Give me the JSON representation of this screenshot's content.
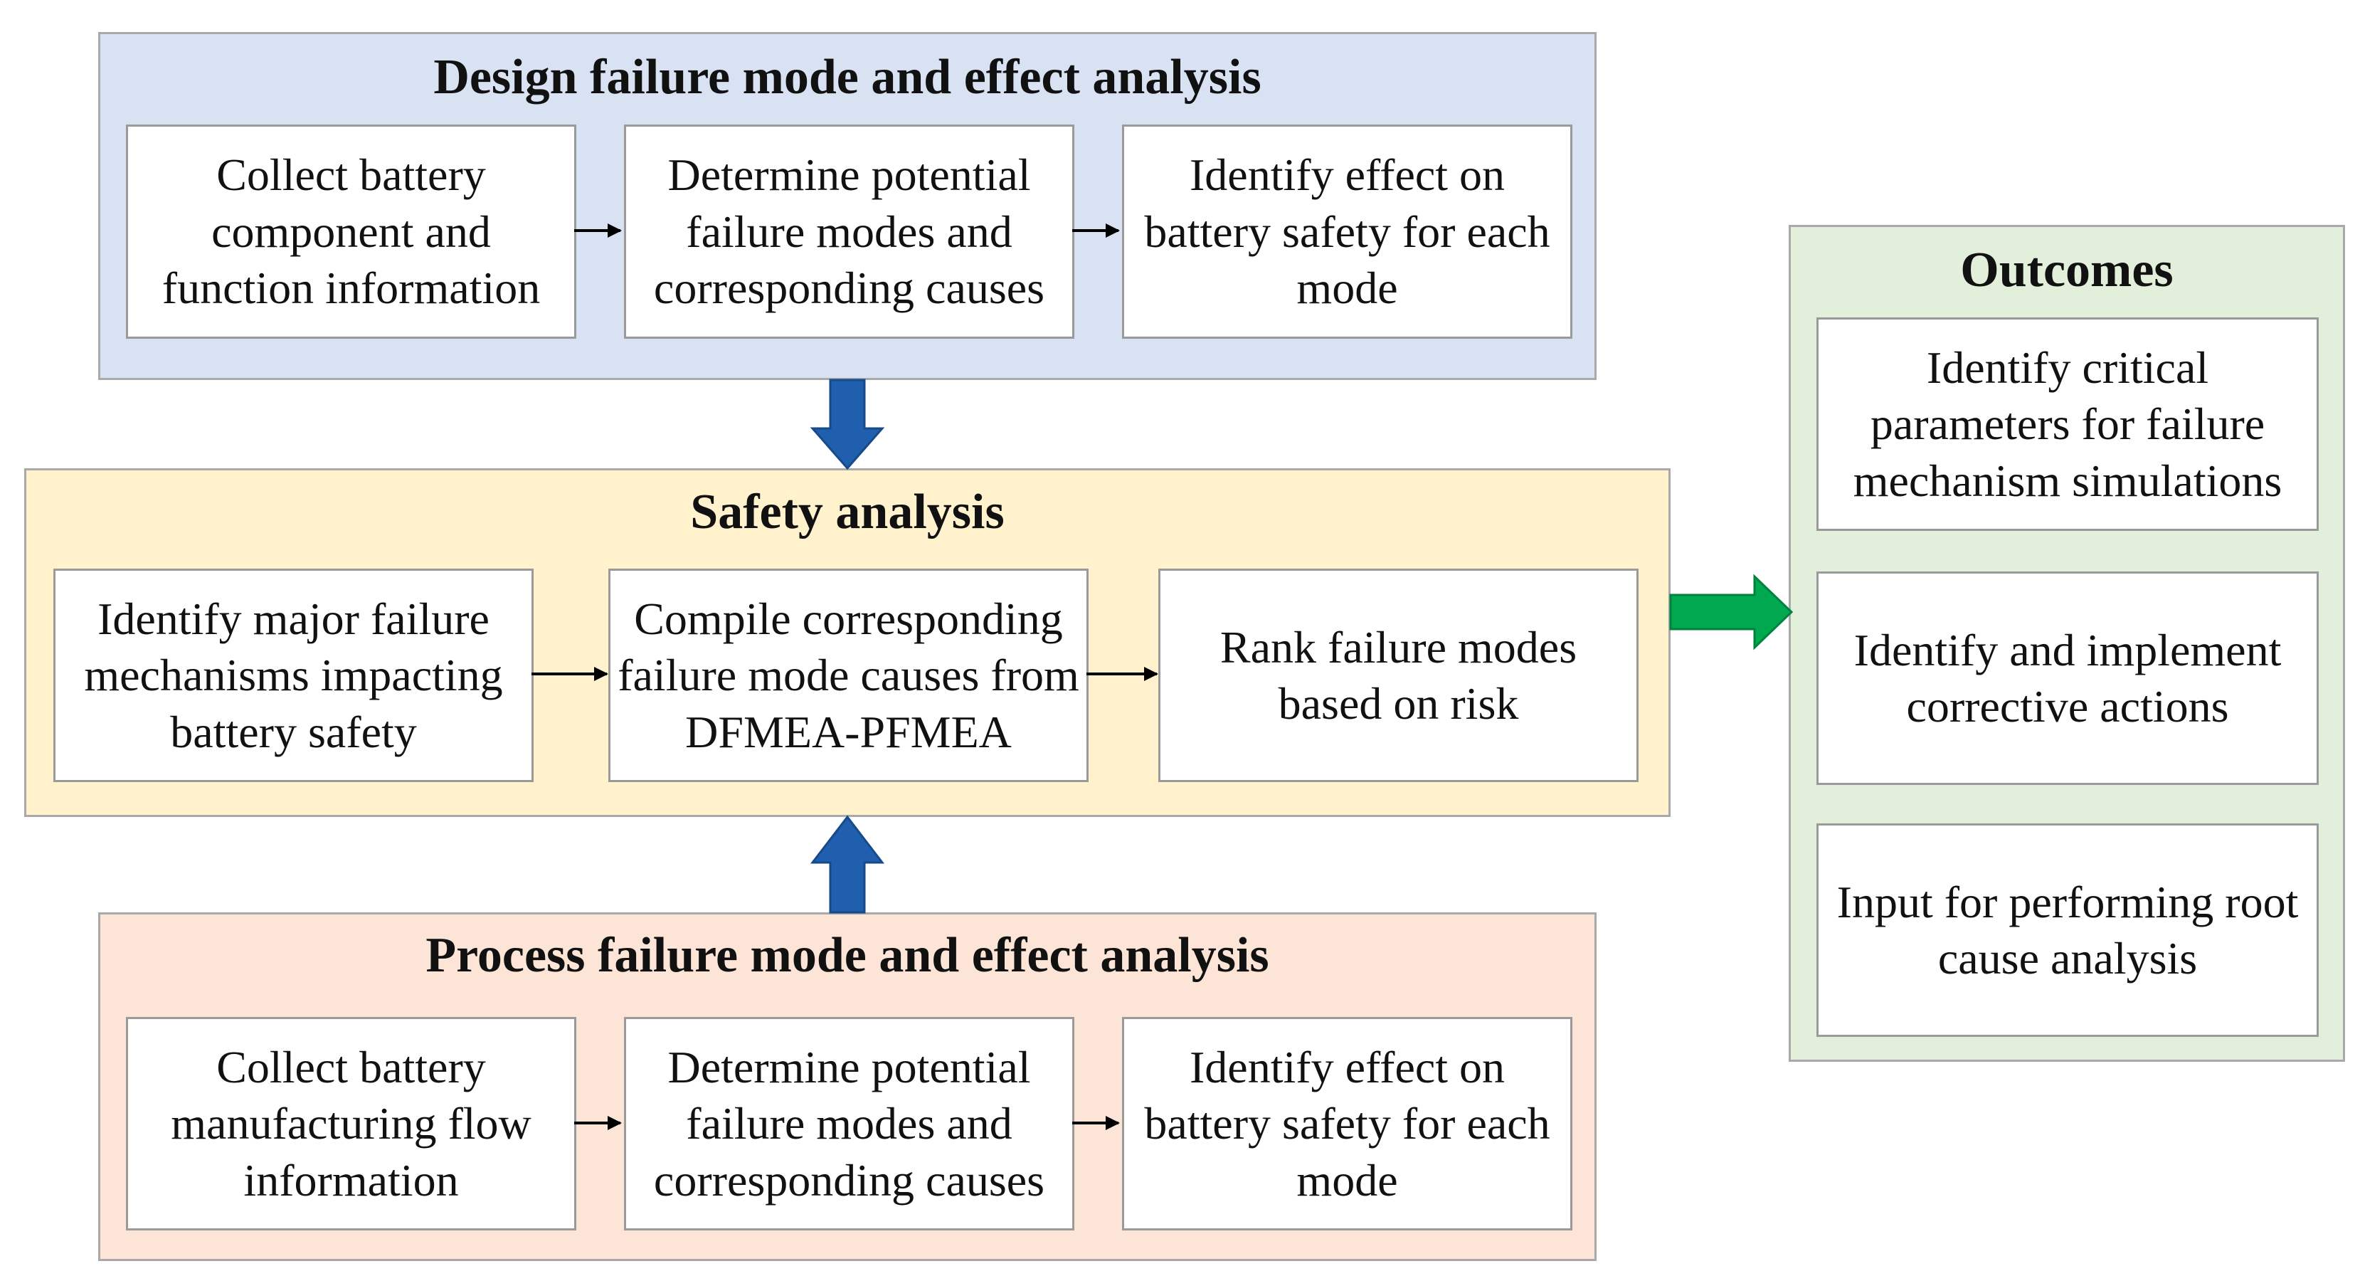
{
  "dfmea": {
    "title": "Design failure mode and effect analysis",
    "steps": [
      "Collect battery component and function information",
      "Determine potential failure modes and corresponding causes",
      "Identify effect on battery safety for each mode"
    ]
  },
  "safety": {
    "title": "Safety analysis",
    "steps": [
      "Identify major failure mechanisms impacting battery safety",
      "Compile corresponding failure mode causes from DFMEA-PFMEA",
      "Rank failure modes based on risk"
    ]
  },
  "pfmea": {
    "title": "Process failure mode and effect analysis",
    "steps": [
      "Collect battery manufacturing flow information",
      "Determine potential failure modes and corresponding causes",
      "Identify effect on battery safety for each mode"
    ]
  },
  "outcomes": {
    "title": "Outcomes",
    "items": [
      "Identify critical parameters for failure mechanism simulations",
      "Identify and implement corrective actions",
      "Input for performing root cause analysis"
    ]
  },
  "colors": {
    "dfmea_bg": "#d9e2f3",
    "safety_bg": "#fff2cc",
    "pfmea_bg": "#fce4d6",
    "outcomes_bg": "#e2efda",
    "blue_arrow": "#1f5fae",
    "green_arrow": "#00a84f"
  }
}
